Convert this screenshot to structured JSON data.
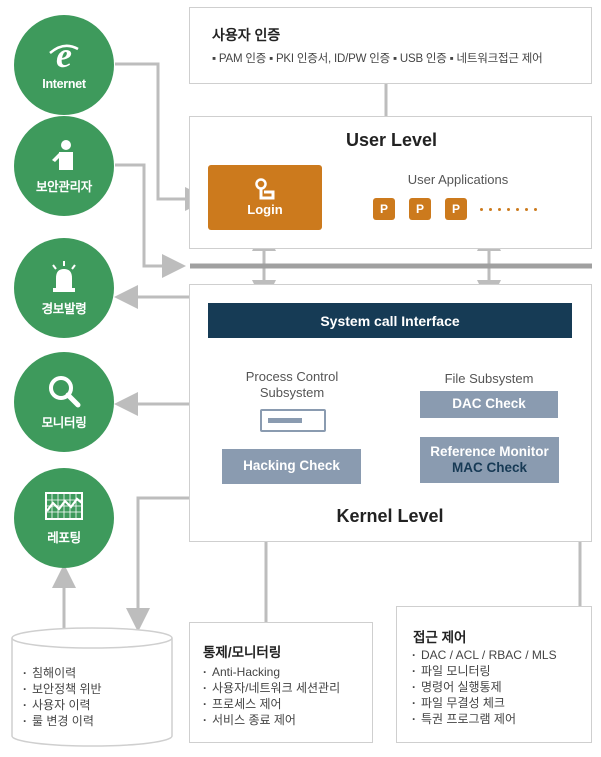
{
  "left_circles": [
    {
      "label": "Internet",
      "icon": "ie-icon"
    },
    {
      "label": "보안관리자",
      "icon": "admin-person-icon"
    },
    {
      "label": "경보발령",
      "icon": "alarm-siren-icon"
    },
    {
      "label": "모니터링",
      "icon": "magnifier-icon"
    },
    {
      "label": "레포팅",
      "icon": "report-chart-icon"
    }
  ],
  "user_auth": {
    "title": "사용자 인증",
    "items": "▪ PAM 인증  ▪ PKI 인증서, ID/PW 인증  ▪ USB 인증  ▪ 네트워크접근 제어"
  },
  "user_level": {
    "title": "User Level",
    "login_label": "Login",
    "apps_label": "User Applications",
    "app_boxes": [
      "P",
      "P",
      "P"
    ]
  },
  "kernel_level": {
    "title": "Kernel Level",
    "syscall": "System call Interface",
    "process_control": "Process Control\nSubsystem",
    "file_subsystem": "File Subsystem",
    "dac_check": "DAC Check",
    "hacking_check": "Hacking Check",
    "reference_monitor": "Reference Monitor",
    "mac_check": "MAC Check"
  },
  "database_items": [
    "침해이력",
    "보안정책 위반",
    "사용자 이력",
    "룰 변경 이력"
  ],
  "control_monitoring": {
    "title": "통제/모니터링",
    "items": [
      "Anti-Hacking",
      "사용자/네트워크 세션관리",
      "프로세스 제어",
      "서비스 종료 제어"
    ]
  },
  "access_control": {
    "title": "접근 제어",
    "items": [
      "DAC / ACL / RBAC / MLS",
      "파일 모니터링",
      "명령어 실행통제",
      "파일 무결성 체크",
      "특권 프로그램 제어"
    ]
  },
  "colors": {
    "green": "#3e9a5c",
    "orange": "#cc7a1d",
    "navy": "#163b55",
    "grey_blue": "#8a9bb0",
    "line": "#bdbdbd"
  }
}
